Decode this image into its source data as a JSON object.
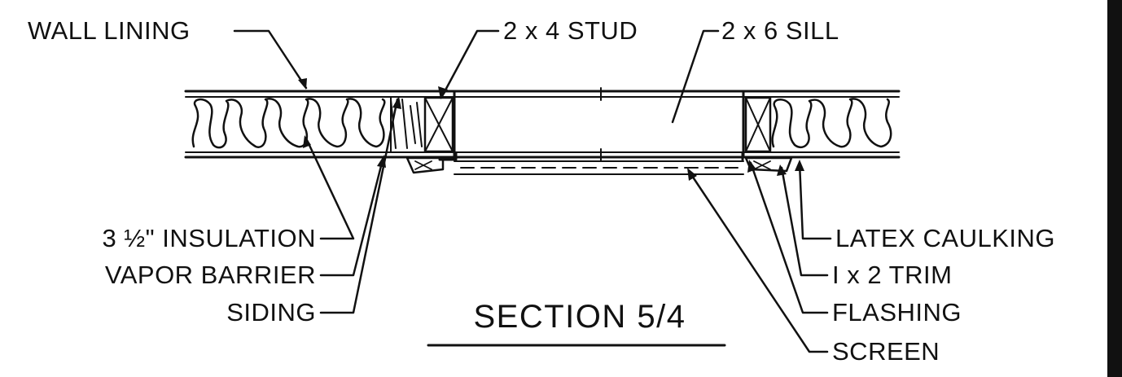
{
  "diagram": {
    "title": "SECTION 5/4",
    "labels": {
      "wall_lining": "WALL LINING",
      "stud": "2 x 4  STUD",
      "sill": "2 x 6  SILL",
      "insulation": "3 ½\" INSULATION",
      "vapor_barrier": "VAPOR BARRIER",
      "siding": "SIDING",
      "latex_caulking": "LATEX CAULKING",
      "trim": "I x 2  TRIM",
      "flashing": "FLASHING",
      "screen": "SCREEN"
    },
    "line_color": "#111111",
    "background_color": "#ffffff"
  }
}
